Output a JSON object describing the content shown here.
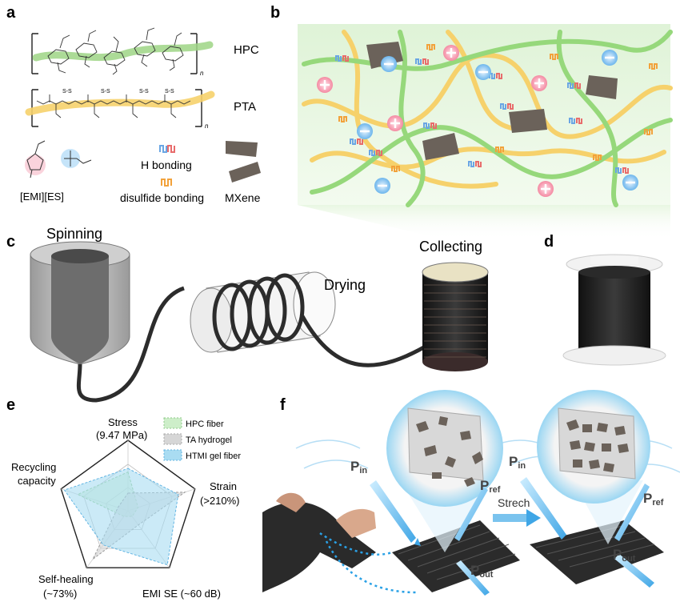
{
  "panel_labels": {
    "a": "a",
    "b": "b",
    "c": "c",
    "d": "d",
    "e": "e",
    "f": "f"
  },
  "panel_a": {
    "hpc_label": "HPC",
    "pta_label": "PTA",
    "repeat_n": "n",
    "ss_bond": "S-S",
    "emi_label": "[EMI][ES]",
    "h_bonding": "H bonding",
    "disulfide_bonding": "disulfide bonding",
    "mxene": "MXene"
  },
  "panel_c": {
    "spinning": "Spinning",
    "drying": "Drying",
    "collecting": "Collecting"
  },
  "panel_e": {
    "axes": [
      {
        "line1": "Stress",
        "line2": "(9.47 MPa)"
      },
      {
        "line1": "Strain",
        "line2": "(>210%)"
      },
      {
        "line1": "EMI SE (~60 dB)",
        "line2": ""
      },
      {
        "line1": "Self-healing",
        "line2": "(~73%)"
      },
      {
        "line1": "Recycling",
        "line2": "capacity"
      }
    ],
    "legend": [
      {
        "name": "HPC fiber",
        "color": "#cdeec9"
      },
      {
        "name": "TA hydrogel",
        "color": "#d6d6d6"
      },
      {
        "name": "HTMI gel fiber",
        "color": "#a9dcf2"
      }
    ],
    "series": [
      {
        "name": "HPC fiber",
        "values": [
          0.55,
          0.15,
          0.1,
          0.1,
          0.75
        ]
      },
      {
        "name": "TA hydrogel",
        "values": [
          0.25,
          0.85,
          0.25,
          0.85,
          0.15
        ]
      },
      {
        "name": "HTMI gel fiber",
        "values": [
          0.6,
          0.75,
          0.95,
          0.6,
          0.95
        ]
      }
    ]
  },
  "panel_f": {
    "p_in": "P",
    "p_in_sub": "in",
    "p_ref": "P",
    "p_ref_sub": "ref",
    "p_out": "P",
    "p_out_sub": "out",
    "strech": "Strech"
  },
  "colors": {
    "hpc_green": "#8fd57a",
    "pta_yellow": "#f6d16b",
    "h_bond_blue": "#6aa6e4",
    "h_bond_red": "#e86c6c",
    "disulfide_orange": "#f2a23b",
    "mxene_brown": "#6b625a",
    "beam_blue": "#58b4ec"
  }
}
